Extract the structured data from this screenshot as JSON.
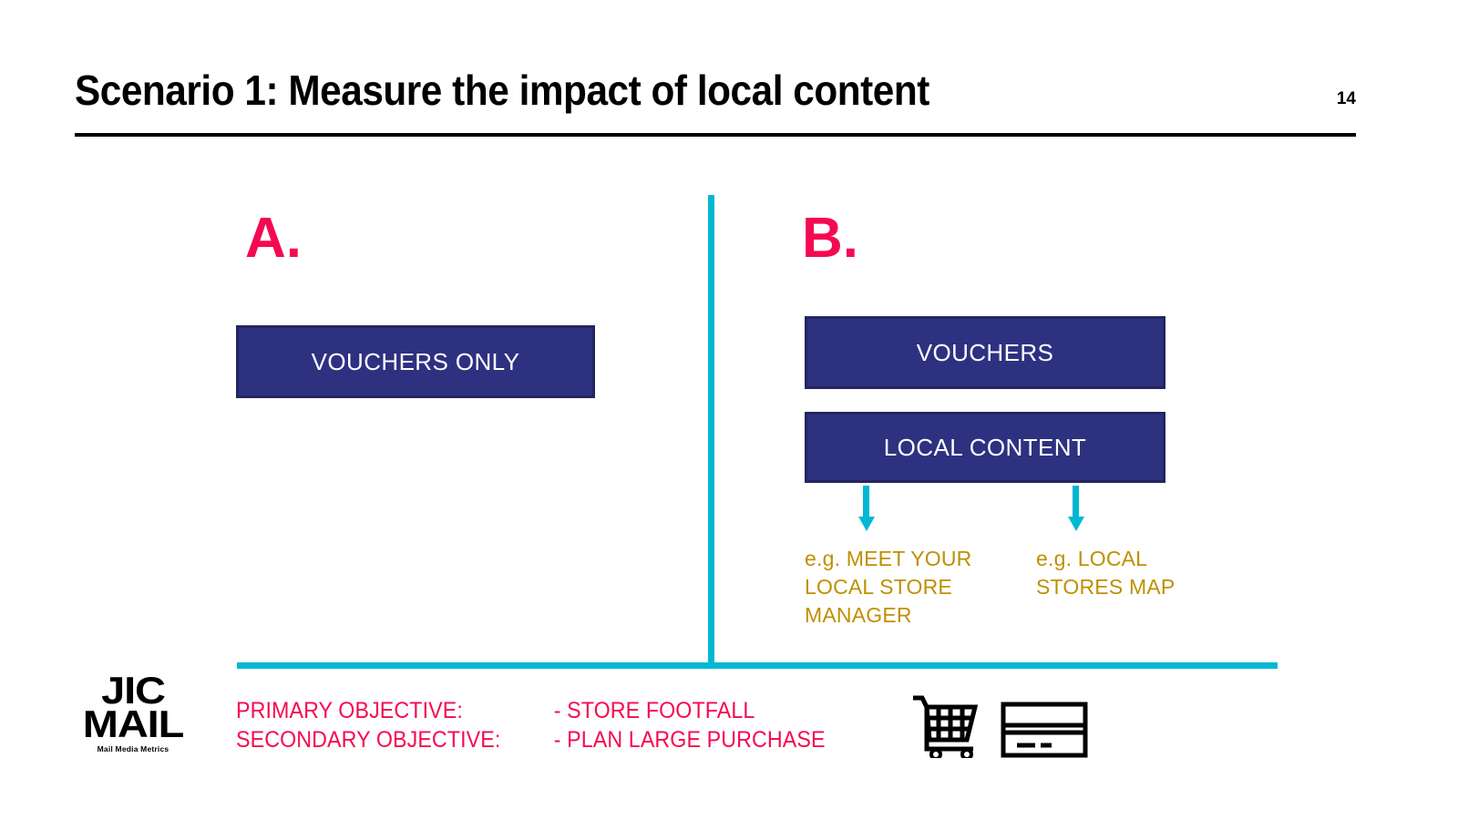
{
  "header": {
    "title": "Scenario 1: Measure the impact of local content",
    "page_number": "14"
  },
  "colors": {
    "accent_pink": "#F50A52",
    "navy": "#2E3180",
    "navy_border": "#23265F",
    "cyan": "#00B7D4",
    "gold": "#BF9000",
    "black": "#000000",
    "white": "#FFFFFF"
  },
  "branches": {
    "a": {
      "label": "A.",
      "boxes": [
        {
          "label": "VOUCHERS ONLY"
        }
      ]
    },
    "b": {
      "label": "B.",
      "boxes": [
        {
          "label": "VOUCHERS"
        },
        {
          "label": "LOCAL CONTENT"
        }
      ],
      "examples": [
        {
          "text": "e.g. MEET YOUR LOCAL STORE MANAGER"
        },
        {
          "text": "e.g. LOCAL STORES MAP"
        }
      ]
    }
  },
  "objectives": [
    {
      "label": "PRIMARY OBJECTIVE:",
      "value": "- STORE FOOTFALL"
    },
    {
      "label": "SECONDARY OBJECTIVE:",
      "value": "- PLAN LARGE PURCHASE"
    }
  ],
  "icons": {
    "cart": "shopping-cart-icon",
    "card": "credit-card-icon",
    "arrow": "down-arrow-icon"
  },
  "logo": {
    "line1": "JIC",
    "line2": "MAIL",
    "tagline": "Mail Media Metrics"
  }
}
